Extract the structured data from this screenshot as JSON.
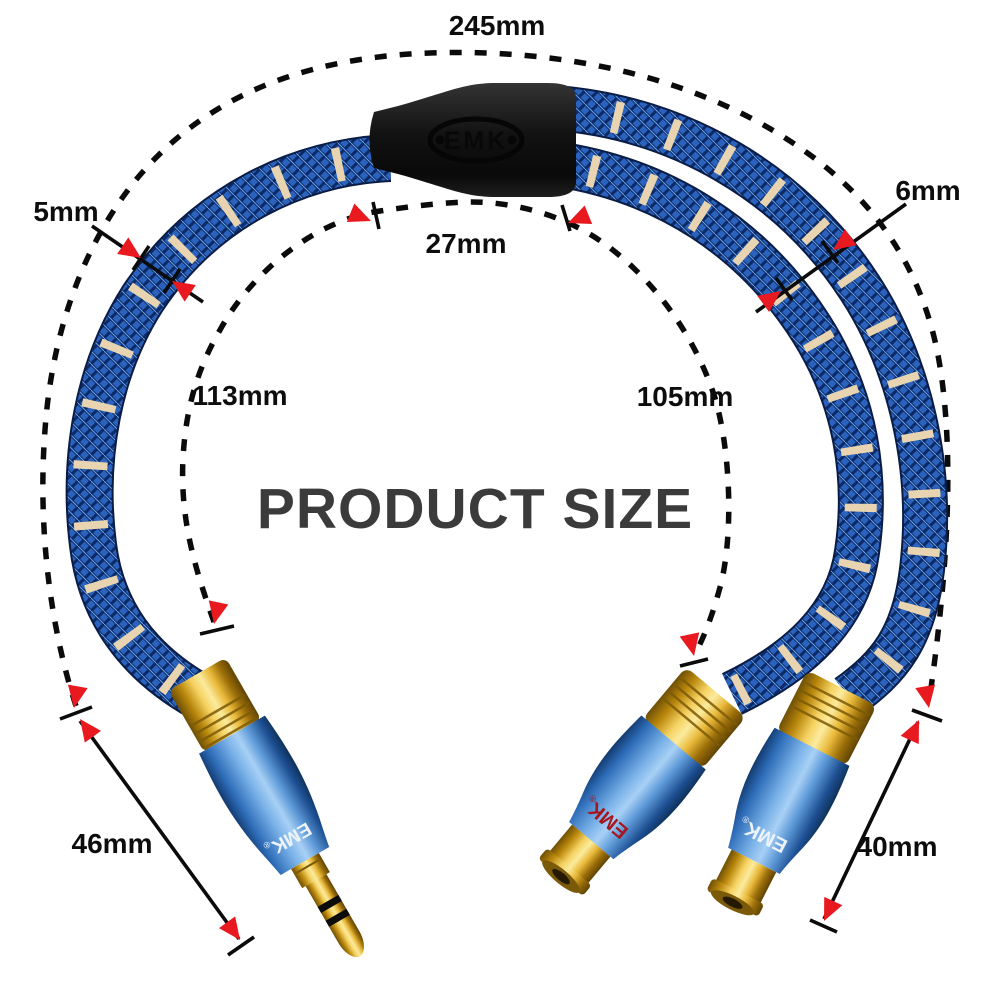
{
  "title": "PRODUCT SIZE",
  "brand": "EMK",
  "brand_registered": "®",
  "measurements": {
    "overall_width": "245mm",
    "left_cable_diameter": "5mm",
    "right_cable_diameter": "6mm",
    "splitter_width": "27mm",
    "left_cable_length": "113mm",
    "right_cable_length": "105mm",
    "jack_connector_length": "46mm",
    "rca_connector_length": "40mm"
  },
  "colors": {
    "cable_blue": "#2a62bd",
    "cable_braid_dark": "#0b2a66",
    "stripe_tan": "#e8d4b0",
    "arrow_red": "#e8191f",
    "dimension_black": "#0b0b0b",
    "connector_gold": "#e9b93a",
    "connector_blue": "#5e9ad8",
    "splitter_black": "#1a1a1a",
    "title_gray": "#3b3b3b",
    "rca_logo_red": "#a5161e",
    "logo_white": "#eef3f9"
  }
}
